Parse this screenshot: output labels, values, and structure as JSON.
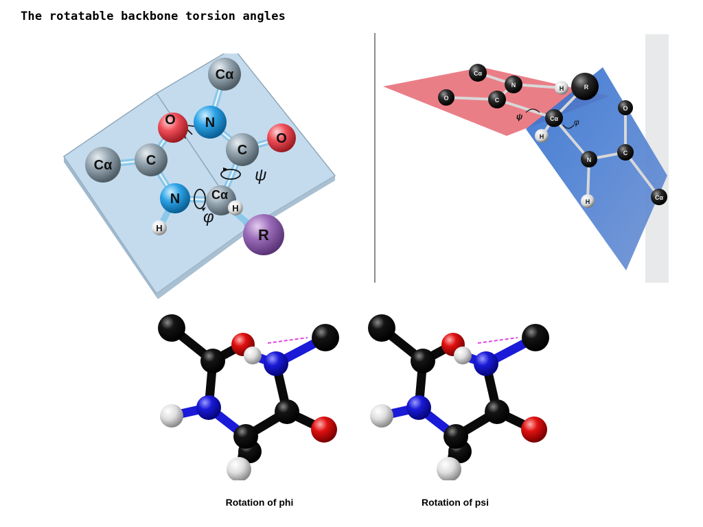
{
  "slide": {
    "title": "The rotatable backbone torsion angles"
  },
  "panel_a": {
    "atoms": {
      "ca_top": "Cα",
      "n_top": "N",
      "o_left": "O",
      "c_right": "C",
      "o_right": "O",
      "ca_left": "Cα",
      "c_left": "C",
      "n_bottom": "N",
      "ca_center": "Cα",
      "h_center": "H",
      "h_bottom": "H",
      "r_group": "R"
    },
    "angles": {
      "phi": "φ",
      "psi": "ψ"
    }
  },
  "panel_b": {
    "labels": {
      "ca1": "Cα",
      "n1": "N",
      "h1": "H",
      "o1": "O",
      "c1": "C",
      "r": "R",
      "ca_center": "Cα",
      "h2": "H",
      "psi": "ψ",
      "phi": "φ",
      "o2": "O",
      "n2": "N",
      "c2": "C",
      "h3": "H",
      "ca2": "Cα"
    },
    "colors": {
      "left_plane": "#e8707a",
      "right_plane": "#3f7fcf"
    }
  },
  "ball_stick_models": {
    "colors": {
      "carbon": "#0a0a0a",
      "nitrogen": "#1a1ad8",
      "oxygen": "#e01010",
      "hydrogen": "#dedede",
      "hbond": "#e040e0"
    }
  },
  "captions": {
    "phi": "Rotation of phi",
    "psi": "Rotation of psi"
  }
}
